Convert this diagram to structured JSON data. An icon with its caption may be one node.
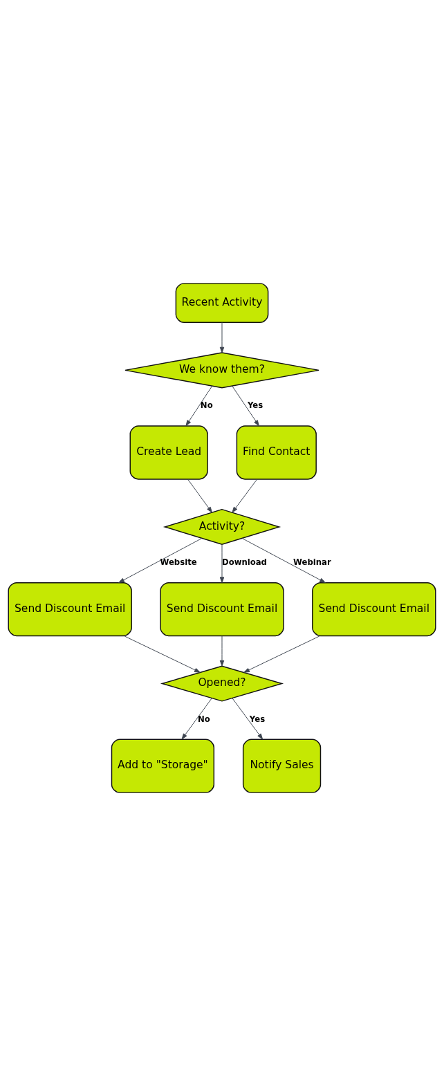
{
  "diagram": {
    "nodes": [
      {
        "text": [
          "Recent Activity"
        ]
      },
      {
        "text": [
          "We know them?"
        ]
      },
      {
        "text": [
          "Create Lead"
        ]
      },
      {
        "text": [
          "Find Contact"
        ]
      },
      {
        "text": [
          "Activity?"
        ]
      },
      {
        "text": [
          "Send Discount Email"
        ]
      },
      {
        "text": [
          "Send Discount Email"
        ]
      },
      {
        "text": [
          "Send Discount Email"
        ]
      },
      {
        "text": [
          "Opened?"
        ]
      },
      {
        "text": [
          "Add to \"Storage\""
        ]
      },
      {
        "text": [
          "Notify Sales"
        ]
      }
    ],
    "edges": [
      {
        "from": 0,
        "to": 1,
        "arrow": "to"
      },
      {
        "from": 1,
        "to": 2,
        "arrow": "to",
        "label": "No"
      },
      {
        "from": 1,
        "to": 3,
        "arrow": "to",
        "label": "Yes"
      },
      {
        "from": 2,
        "to": 4,
        "arrow": "to"
      },
      {
        "from": 3,
        "to": 4,
        "arrow": "to"
      },
      {
        "from": 4,
        "to": 5,
        "arrow": "to",
        "label": "Website"
      },
      {
        "from": 4,
        "to": 6,
        "arrow": "to",
        "label": "Download"
      },
      {
        "from": 4,
        "to": 7,
        "arrow": "to",
        "label": "Webinar"
      },
      {
        "from": 5,
        "to": 8,
        "arrow": "to"
      },
      {
        "from": 6,
        "to": 8,
        "arrow": "to"
      },
      {
        "from": 7,
        "to": 8,
        "arrow": "to"
      },
      {
        "from": 8,
        "to": 9,
        "arrow": "to",
        "label": "No"
      },
      {
        "from": 8,
        "to": 10,
        "arrow": "to",
        "label": "Yes"
      }
    ]
  }
}
